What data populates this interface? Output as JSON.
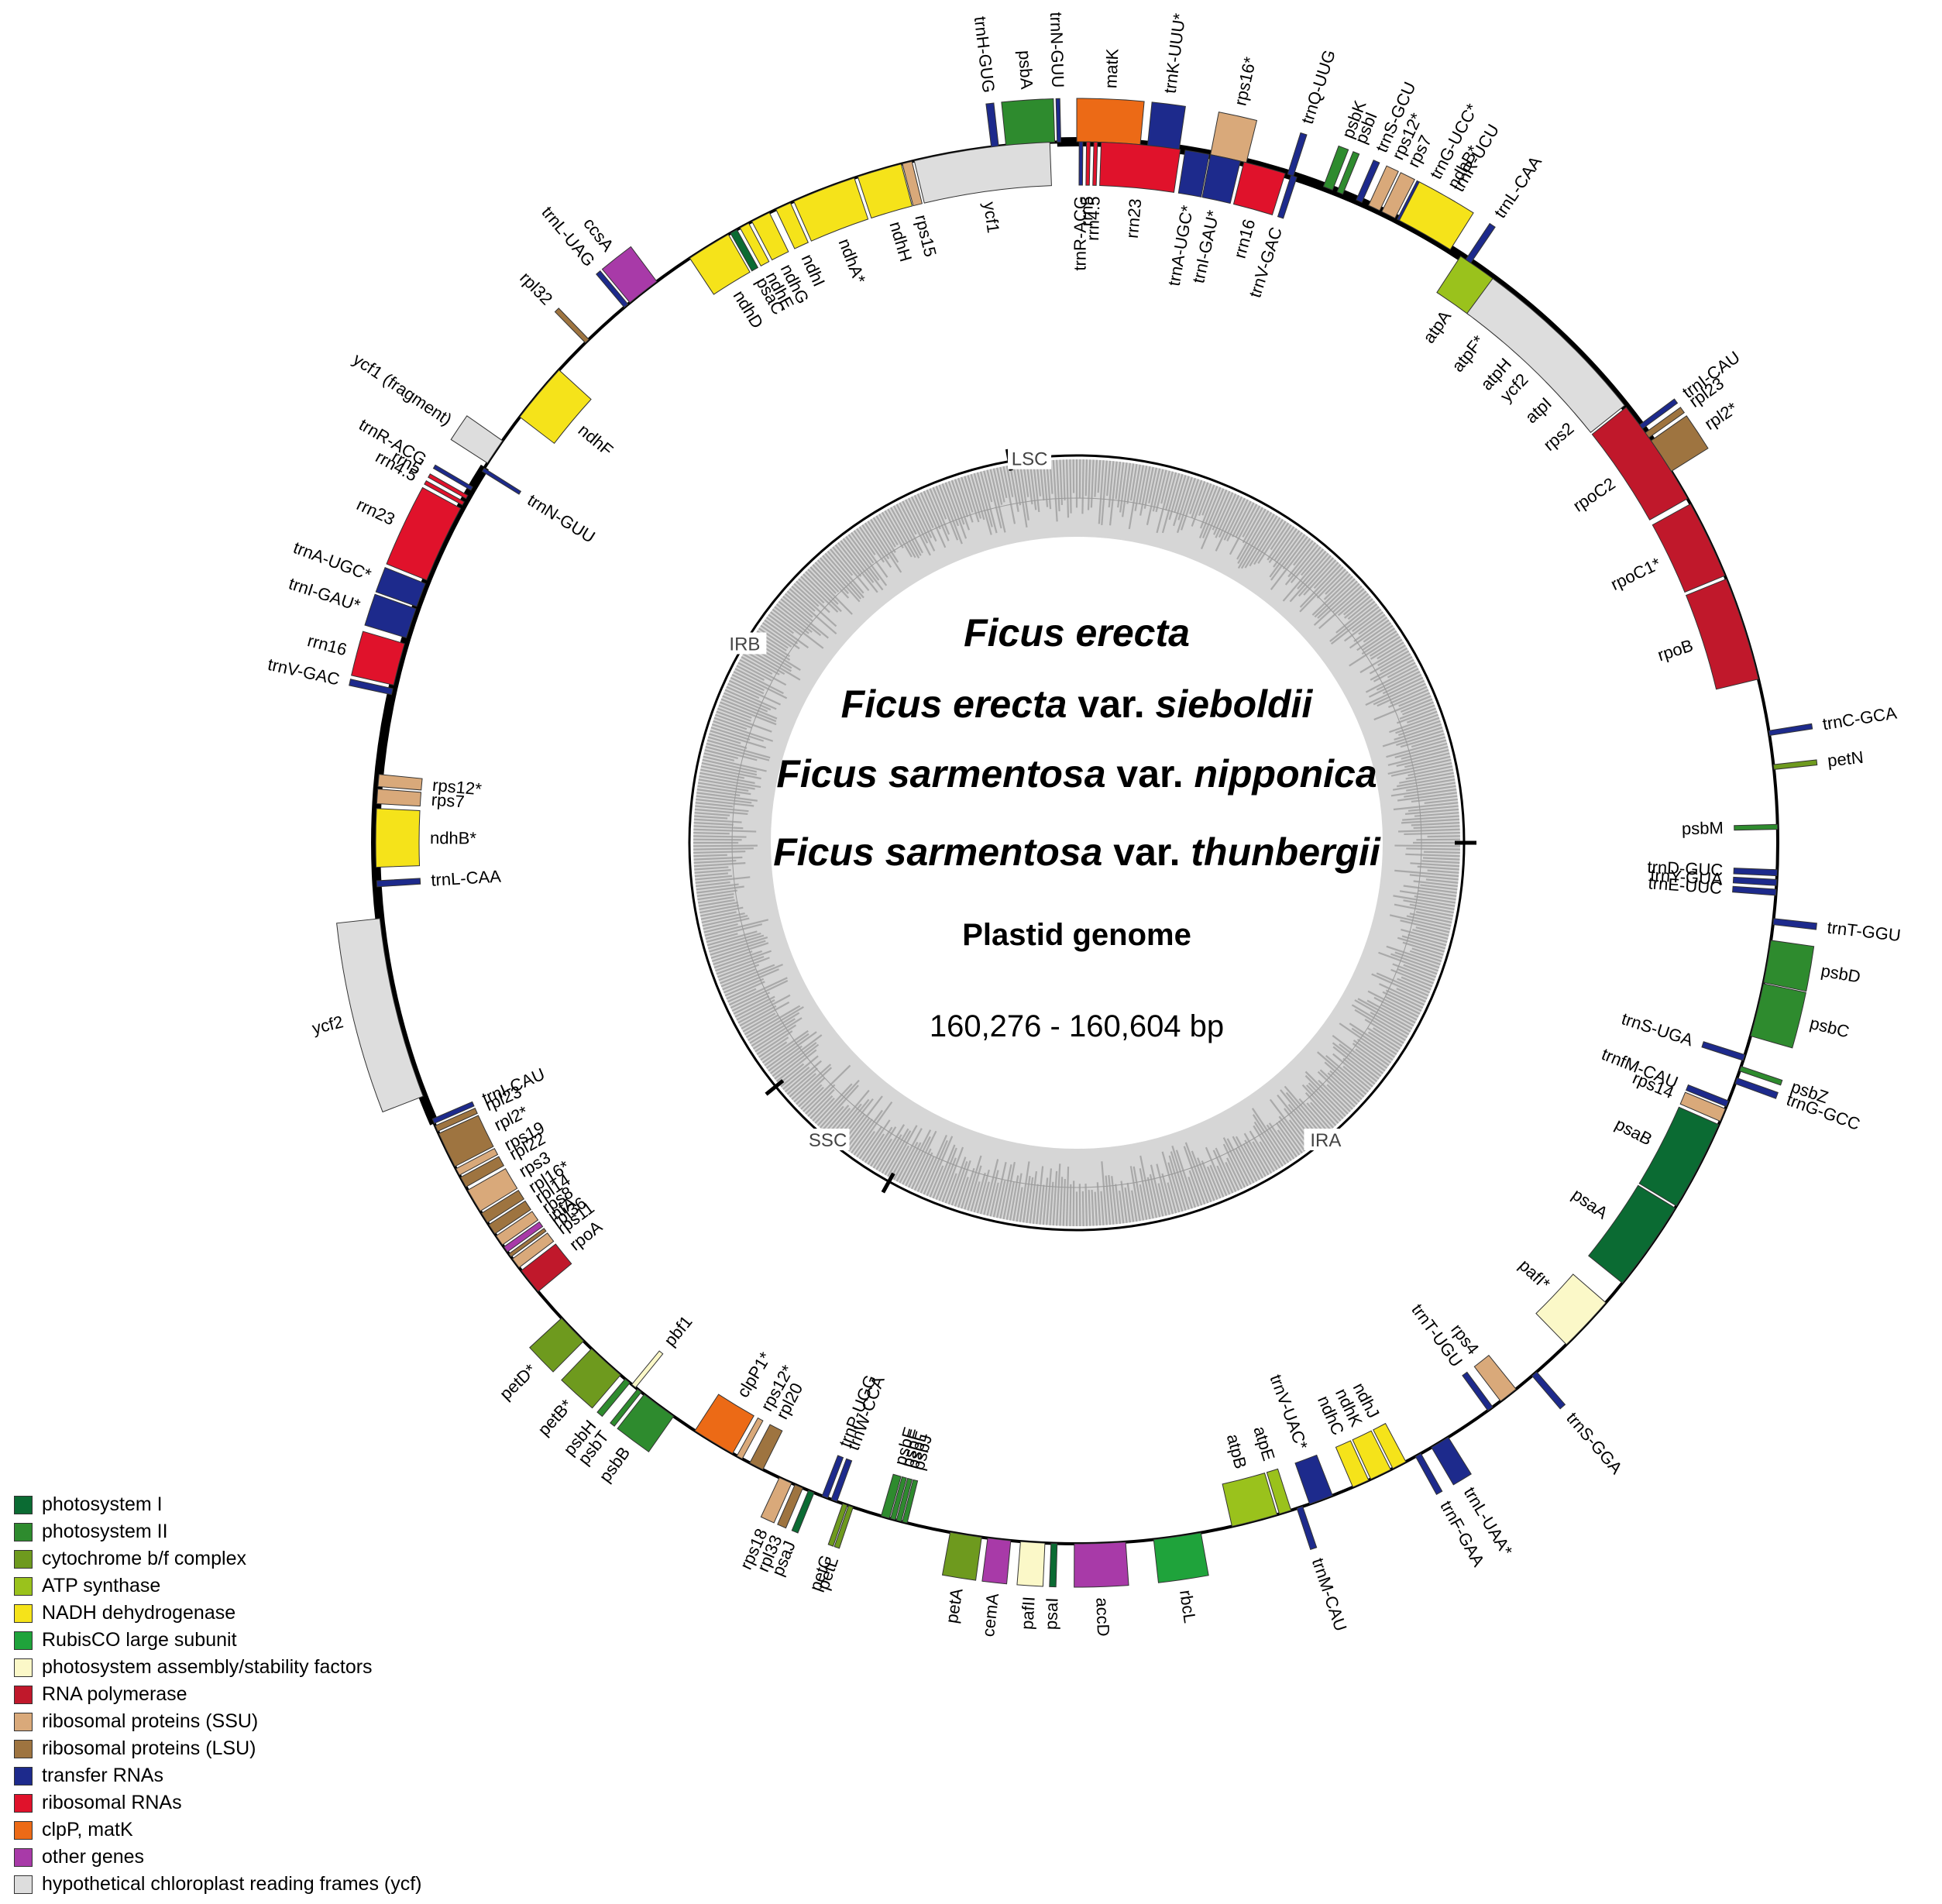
{
  "title": {
    "lines": [
      {
        "species": "Ficus erecta",
        "variety_word": "",
        "variety": ""
      },
      {
        "species": "Ficus erecta",
        "variety_word": "var.",
        "variety": "sieboldii"
      },
      {
        "species": "Ficus sarmentosa",
        "variety_word": "var.",
        "variety": "nipponica"
      },
      {
        "species": "Ficus sarmentosa",
        "variety_word": "var.",
        "variety": "thunbergii"
      }
    ],
    "subtitle": "Plastid genome",
    "size": "160,276 - 160,604 bp"
  },
  "regions": [
    "LSC",
    "IRA",
    "SSC",
    "IRB"
  ],
  "legend": [
    {
      "label": "photosystem I",
      "color": "#0b6b33"
    },
    {
      "label": "photosystem II",
      "color": "#2e8b2e"
    },
    {
      "label": "cytochrome b/f complex",
      "color": "#6e9a1e"
    },
    {
      "label": "ATP synthase",
      "color": "#9ac21c"
    },
    {
      "label": "NADH dehydrogenase",
      "color": "#f5e31a"
    },
    {
      "label": "RubisCO large subunit",
      "color": "#1fa33b"
    },
    {
      "label": "photosystem assembly/stability factors",
      "color": "#fbf8c8"
    },
    {
      "label": "RNA polymerase",
      "color": "#c0182b"
    },
    {
      "label": "ribosomal proteins (SSU)",
      "color": "#d9a97a"
    },
    {
      "label": "ribosomal proteins (LSU)",
      "color": "#9e7440"
    },
    {
      "label": "transfer RNAs",
      "color": "#1d2a8c"
    },
    {
      "label": "ribosomal RNAs",
      "color": "#e0122b"
    },
    {
      "label": "clpP, matK",
      "color": "#ec6a16"
    },
    {
      "label": "other genes",
      "color": "#a83aa8"
    },
    {
      "label": "hypothetical chloroplast reading frames (ycf)",
      "color": "#dddddd"
    }
  ],
  "genes": [
    {
      "name": "trnH-GUG",
      "cat": 10,
      "a": 0,
      "w": 0.6,
      "side": "out"
    },
    {
      "name": "psbA",
      "cat": 1,
      "a": 1.2,
      "w": 4.0,
      "side": "out"
    },
    {
      "name": "matK",
      "cat": 12,
      "a": 7.0,
      "w": 5.2,
      "side": "out"
    },
    {
      "name": "trnK-UUU*",
      "cat": 10,
      "a": 12.8,
      "w": 2.6,
      "side": "out"
    },
    {
      "name": "rps16*",
      "cat": 8,
      "a": 18.0,
      "w": 3.0,
      "side": "out"
    },
    {
      "name": "trnQ-UUG",
      "cat": 10,
      "a": 24.5,
      "w": 0.5,
      "side": "out"
    },
    {
      "name": "psbK",
      "cat": 1,
      "a": 27.6,
      "w": 0.8,
      "side": "out"
    },
    {
      "name": "psbI",
      "cat": 1,
      "a": 28.8,
      "w": 0.5,
      "side": "out"
    },
    {
      "name": "trnS-GCU",
      "cat": 10,
      "a": 30.5,
      "w": 0.5,
      "side": "out"
    },
    {
      "name": "trnG-UCC*",
      "cat": 10,
      "a": 34.2,
      "w": 2.2,
      "side": "out"
    },
    {
      "name": "trnR-UCU",
      "cat": 10,
      "a": 37.0,
      "w": 0.5,
      "side": "out"
    },
    {
      "name": "atpA",
      "cat": 3,
      "a": 40.2,
      "w": 3.5,
      "side": "in"
    },
    {
      "name": "atpF*",
      "cat": 3,
      "a": 44.1,
      "w": 3.2,
      "side": "in"
    },
    {
      "name": "atpH",
      "cat": 3,
      "a": 48.4,
      "w": 0.9,
      "side": "in"
    },
    {
      "name": "atpI",
      "cat": 3,
      "a": 52.5,
      "w": 2.8,
      "side": "in"
    },
    {
      "name": "rps2",
      "cat": 8,
      "a": 55.7,
      "w": 2.4,
      "side": "in"
    },
    {
      "name": "rpoC2",
      "cat": 7,
      "a": 58.6,
      "w": 9.0,
      "side": "in"
    },
    {
      "name": "rpoC1*",
      "cat": 7,
      "a": 68.1,
      "w": 6.5,
      "side": "in"
    },
    {
      "name": "rpoB",
      "cat": 7,
      "a": 74.9,
      "w": 8.6,
      "side": "in"
    },
    {
      "name": "trnC-GCA",
      "cat": 10,
      "a": 87.8,
      "w": 0.4,
      "side": "out"
    },
    {
      "name": "petN",
      "cat": 2,
      "a": 90.6,
      "w": 0.4,
      "side": "out"
    },
    {
      "name": "psbM",
      "cat": 1,
      "a": 95.5,
      "w": 0.4,
      "side": "in"
    },
    {
      "name": "trnD-GUC",
      "cat": 10,
      "a": 99.2,
      "w": 0.5,
      "side": "in"
    },
    {
      "name": "trnY-GUA",
      "cat": 10,
      "a": 100.0,
      "w": 0.5,
      "side": "in"
    },
    {
      "name": "trnE-UUC",
      "cat": 10,
      "a": 100.8,
      "w": 0.5,
      "side": "in"
    },
    {
      "name": "trnT-GGU",
      "cat": 10,
      "a": 103.2,
      "w": 0.5,
      "side": "out"
    },
    {
      "name": "psbD",
      "cat": 1,
      "a": 105.0,
      "w": 3.5,
      "side": "out"
    },
    {
      "name": "psbC",
      "cat": 1,
      "a": 108.6,
      "w": 4.4,
      "side": "out"
    },
    {
      "name": "trnS-UGA",
      "cat": 10,
      "a": 114.6,
      "w": 0.5,
      "side": "in"
    },
    {
      "name": "psbZ",
      "cat": 1,
      "a": 115.6,
      "w": 0.4,
      "side": "out"
    },
    {
      "name": "trnG-GCC",
      "cat": 10,
      "a": 116.6,
      "w": 0.5,
      "side": "out"
    },
    {
      "name": "trnfM-CAU",
      "cat": 10,
      "a": 118.6,
      "w": 0.5,
      "side": "in"
    },
    {
      "name": "rps14",
      "cat": 8,
      "a": 119.3,
      "w": 1.1,
      "side": "in"
    },
    {
      "name": "psaB",
      "cat": 0,
      "a": 120.7,
      "w": 7.5,
      "side": "in"
    },
    {
      "name": "psaA",
      "cat": 0,
      "a": 128.4,
      "w": 7.5,
      "side": "in"
    },
    {
      "name": "pafI*",
      "cat": 6,
      "a": 138.0,
      "w": 4.7,
      "side": "in"
    },
    {
      "name": "trnS-GGA",
      "cat": 10,
      "a": 146.0,
      "w": 0.5,
      "side": "out"
    },
    {
      "name": "rps4",
      "cat": 8,
      "a": 148.2,
      "w": 1.6,
      "side": "in"
    },
    {
      "name": "trnT-UGU",
      "cat": 10,
      "a": 150.6,
      "w": 0.5,
      "side": "in"
    },
    {
      "name": "trnL-UAA*",
      "cat": 10,
      "a": 155.0,
      "w": 1.6,
      "side": "out"
    },
    {
      "name": "trnF-GAA",
      "cat": 10,
      "a": 157.6,
      "w": 0.5,
      "side": "out"
    },
    {
      "name": "ndhJ",
      "cat": 4,
      "a": 159.0,
      "w": 1.2,
      "side": "in"
    },
    {
      "name": "ndhK",
      "cat": 4,
      "a": 160.4,
      "w": 1.8,
      "side": "in"
    },
    {
      "name": "ndhC",
      "cat": 4,
      "a": 162.4,
      "w": 1.4,
      "side": "in"
    },
    {
      "name": "trnV-UAC*",
      "cat": 10,
      "a": 165.6,
      "w": 2.0,
      "side": "in"
    },
    {
      "name": "trnM-CAU",
      "cat": 10,
      "a": 168.2,
      "w": 0.5,
      "side": "out"
    },
    {
      "name": "atpE",
      "cat": 3,
      "a": 169.2,
      "w": 1.0,
      "side": "in"
    },
    {
      "name": "atpB",
      "cat": 3,
      "a": 170.4,
      "w": 3.8,
      "side": "in"
    },
    {
      "name": "rbcL",
      "cat": 5,
      "a": 176.8,
      "w": 3.9,
      "side": "out"
    },
    {
      "name": "accD",
      "cat": 13,
      "a": 183.0,
      "w": 4.2,
      "side": "out"
    },
    {
      "name": "psaI",
      "cat": 0,
      "a": 188.6,
      "w": 0.5,
      "side": "out"
    },
    {
      "name": "pafII",
      "cat": 6,
      "a": 189.6,
      "w": 2.0,
      "side": "out"
    },
    {
      "name": "cemA",
      "cat": 13,
      "a": 192.4,
      "w": 1.9,
      "side": "out"
    },
    {
      "name": "petA",
      "cat": 2,
      "a": 194.8,
      "w": 2.6,
      "side": "out"
    },
    {
      "name": "psbJ",
      "cat": 1,
      "a": 201.0,
      "w": 0.4,
      "side": "in"
    },
    {
      "name": "psbL",
      "cat": 1,
      "a": 201.5,
      "w": 0.4,
      "side": "in"
    },
    {
      "name": "psbF",
      "cat": 1,
      "a": 202.0,
      "w": 0.4,
      "side": "in"
    },
    {
      "name": "psbE",
      "cat": 1,
      "a": 202.5,
      "w": 0.7,
      "side": "in"
    },
    {
      "name": "petL",
      "cat": 2,
      "a": 205.6,
      "w": 0.4,
      "side": "out"
    },
    {
      "name": "petG",
      "cat": 2,
      "a": 206.1,
      "w": 0.4,
      "side": "out"
    },
    {
      "name": "trnW-CCA",
      "cat": 10,
      "a": 207.0,
      "w": 0.5,
      "side": "in"
    },
    {
      "name": "trnP-UGG",
      "cat": 10,
      "a": 207.8,
      "w": 0.5,
      "side": "in"
    },
    {
      "name": "psaJ",
      "cat": 0,
      "a": 209.0,
      "w": 0.5,
      "side": "out"
    },
    {
      "name": "rpl33",
      "cat": 9,
      "a": 210.0,
      "w": 0.7,
      "side": "out"
    },
    {
      "name": "rps18",
      "cat": 8,
      "a": 211.0,
      "w": 1.1,
      "side": "out"
    },
    {
      "name": "rpl20",
      "cat": 9,
      "a": 213.6,
      "w": 1.2,
      "side": "in"
    },
    {
      "name": "rps12*",
      "cat": 8,
      "a": 215.5,
      "w": 0.5,
      "side": "in"
    },
    {
      "name": "clpP1*",
      "cat": 12,
      "a": 216.4,
      "w": 3.6,
      "side": "in"
    },
    {
      "name": "psbB",
      "cat": 1,
      "a": 222.1,
      "w": 3.0,
      "side": "out"
    },
    {
      "name": "psbT",
      "cat": 1,
      "a": 225.4,
      "w": 0.4,
      "side": "out"
    },
    {
      "name": "pbf1",
      "cat": 6,
      "a": 226.0,
      "w": 0.4,
      "side": "in"
    },
    {
      "name": "psbH",
      "cat": 1,
      "a": 226.6,
      "w": 0.5,
      "side": "out"
    },
    {
      "name": "petB*",
      "cat": 2,
      "a": 227.6,
      "w": 3.2,
      "side": "out"
    },
    {
      "name": "petD*",
      "cat": 2,
      "a": 231.7,
      "w": 2.6,
      "side": "out"
    },
    {
      "name": "rpoA",
      "cat": 7,
      "a": 237.2,
      "w": 2.2,
      "side": "in"
    },
    {
      "name": "rps11",
      "cat": 8,
      "a": 239.7,
      "w": 0.9,
      "side": "in"
    },
    {
      "name": "rpl36",
      "cat": 9,
      "a": 240.8,
      "w": 0.3,
      "side": "in"
    },
    {
      "name": "infA",
      "cat": 13,
      "a": 241.3,
      "w": 0.5,
      "side": "in"
    },
    {
      "name": "rps8",
      "cat": 8,
      "a": 242.0,
      "w": 0.9,
      "side": "in"
    },
    {
      "name": "rpl14",
      "cat": 9,
      "a": 243.1,
      "w": 0.9,
      "side": "in"
    },
    {
      "name": "rpl16*",
      "cat": 9,
      "a": 244.2,
      "w": 0.9,
      "side": "in"
    },
    {
      "name": "rps3",
      "cat": 8,
      "a": 245.3,
      "w": 2.0,
      "side": "in"
    },
    {
      "name": "rpl22",
      "cat": 9,
      "a": 247.6,
      "w": 0.9,
      "side": "in"
    },
    {
      "name": "rps19",
      "cat": 8,
      "a": 248.7,
      "w": 0.6,
      "side": "in"
    },
    {
      "name": "rpl2*",
      "cat": 9,
      "a": 249.5,
      "w": 3.0,
      "side": "in"
    },
    {
      "name": "rpl23",
      "cat": 9,
      "a": 252.7,
      "w": 0.5,
      "side": "in"
    },
    {
      "name": "trnI-CAU",
      "cat": 10,
      "a": 253.4,
      "w": 0.4,
      "side": "in"
    },
    {
      "name": "ycf2",
      "cat": 14,
      "a": 255.8,
      "w": 15.0,
      "side": "out"
    },
    {
      "name": "trnL-CAA",
      "cat": 10,
      "a": 273.4,
      "w": 0.5,
      "side": "in"
    },
    {
      "name": "ndhB*",
      "cat": 4,
      "a": 275.0,
      "w": 4.8,
      "side": "in"
    },
    {
      "name": "rps7",
      "cat": 8,
      "a": 280.2,
      "w": 1.2,
      "side": "in"
    },
    {
      "name": "rps12*",
      "cat": 8,
      "a": 281.6,
      "w": 1.0,
      "side": "in"
    },
    {
      "name": "trnV-GAC",
      "cat": 10,
      "a": 289.2,
      "w": 0.5,
      "side": "out"
    },
    {
      "name": "rrn16",
      "cat": 11,
      "a": 290.0,
      "w": 3.5,
      "side": "out"
    },
    {
      "name": "trnI-GAU*",
      "cat": 10,
      "a": 294.0,
      "w": 2.5,
      "side": "out"
    },
    {
      "name": "trnA-UGC*",
      "cat": 10,
      "a": 296.7,
      "w": 2.0,
      "side": "out"
    },
    {
      "name": "rrn23",
      "cat": 11,
      "a": 299.0,
      "w": 6.5,
      "side": "out"
    },
    {
      "name": "rrn4.5",
      "cat": 11,
      "a": 305.8,
      "w": 0.3,
      "side": "out"
    },
    {
      "name": "rrn5",
      "cat": 11,
      "a": 306.4,
      "w": 0.3,
      "side": "out"
    },
    {
      "name": "trnR-ACG",
      "cat": 10,
      "a": 307.2,
      "w": 0.3,
      "side": "out"
    },
    {
      "name": "trnN-GUU",
      "cat": 10,
      "a": 309.0,
      "w": 0.3,
      "side": "in"
    },
    {
      "name": "ycf1 (fragment)",
      "cat": 14,
      "a": 309.8,
      "w": 2.2,
      "side": "out"
    },
    {
      "name": "ndhF",
      "cat": 4,
      "a": 314.4,
      "w": 5.0,
      "side": "in"
    },
    {
      "name": "rpl32",
      "cat": 9,
      "a": 322.5,
      "w": 0.4,
      "side": "out"
    },
    {
      "name": "trnL-UAG",
      "cat": 10,
      "a": 326.8,
      "w": 0.4,
      "side": "out"
    },
    {
      "name": "ccsA",
      "cat": 13,
      "a": 327.4,
      "w": 2.8,
      "side": "out"
    },
    {
      "name": "ndhD",
      "cat": 4,
      "a": 333.5,
      "w": 3.7,
      "side": "in"
    },
    {
      "name": "psaC",
      "cat": 0,
      "a": 337.4,
      "w": 0.6,
      "side": "in"
    },
    {
      "name": "ndhE",
      "cat": 4,
      "a": 338.3,
      "w": 0.8,
      "side": "in"
    },
    {
      "name": "ndhG",
      "cat": 4,
      "a": 339.4,
      "w": 1.6,
      "side": "in"
    },
    {
      "name": "ndhI",
      "cat": 4,
      "a": 341.6,
      "w": 1.3,
      "side": "in"
    },
    {
      "name": "ndhA*",
      "cat": 4,
      "a": 343.2,
      "w": 5.3,
      "side": "in"
    },
    {
      "name": "ndhH",
      "cat": 4,
      "a": 348.8,
      "w": 3.7,
      "side": "in"
    },
    {
      "name": "rps15",
      "cat": 8,
      "a": 352.6,
      "w": 0.8,
      "side": "in"
    },
    {
      "name": "ycf1",
      "cat": 14,
      "a": 353.6,
      "w": 11.2,
      "side": "in"
    },
    {
      "name": "trnN-GUU",
      "cat": 10,
      "a": 365.4,
      "w": 0.3,
      "side": "out"
    },
    {
      "name": "trnR-ACG",
      "cat": 10,
      "a": 367.2,
      "w": 0.3,
      "side": "in"
    },
    {
      "name": "rrn5",
      "cat": 11,
      "a": 367.8,
      "w": 0.3,
      "side": "in"
    },
    {
      "name": "rrn4.5",
      "cat": 11,
      "a": 368.4,
      "w": 0.3,
      "side": "in"
    },
    {
      "name": "rrn23",
      "cat": 11,
      "a": 369.0,
      "w": 6.5,
      "side": "in"
    },
    {
      "name": "trnA-UGC*",
      "cat": 10,
      "a": 375.9,
      "w": 2.0,
      "side": "in"
    },
    {
      "name": "trnI-GAU*",
      "cat": 10,
      "a": 378.0,
      "w": 2.5,
      "side": "in"
    },
    {
      "name": "rrn16",
      "cat": 11,
      "a": 380.8,
      "w": 3.5,
      "side": "in"
    },
    {
      "name": "trnV-GAC",
      "cat": 10,
      "a": 384.8,
      "w": 0.5,
      "side": "in"
    },
    {
      "name": "rps12*",
      "cat": 8,
      "a": 391.6,
      "w": 1.0,
      "side": "out"
    },
    {
      "name": "rps7",
      "cat": 8,
      "a": 392.8,
      "w": 1.2,
      "side": "out"
    },
    {
      "name": "ndhB*",
      "cat": 4,
      "a": 394.4,
      "w": 4.8,
      "side": "out"
    },
    {
      "name": "trnL-CAA",
      "cat": 10,
      "a": 400.7,
      "w": 0.5,
      "side": "out"
    },
    {
      "name": "ycf2",
      "cat": 14,
      "a": 403.4,
      "w": 15.0,
      "side": "in"
    },
    {
      "name": "trnI-CAU",
      "cat": 10,
      "a": 420.4,
      "w": 0.4,
      "side": "out"
    },
    {
      "name": "rpl23",
      "cat": 9,
      "a": 421.2,
      "w": 0.5,
      "side": "out"
    },
    {
      "name": "rpl2*",
      "cat": 9,
      "a": 422.0,
      "w": 3.0,
      "side": "out"
    }
  ]
}
